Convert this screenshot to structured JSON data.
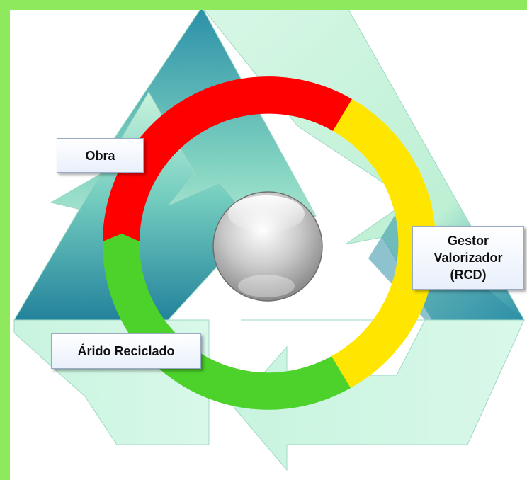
{
  "labels": {
    "obra": "Obra",
    "gestor_line1": "Gestor",
    "gestor_line2": "Valorizador",
    "gestor_line3": "(RCD)",
    "arido": "Árido Reciclado"
  },
  "colors": {
    "background": "#8eea5c",
    "segment_obra": "#ff0000",
    "segment_gestor": "#ffe600",
    "segment_arido": "#4cd22a",
    "arrow_teal": "#1f7f9a",
    "arrow_mint": "#c6f3dc"
  }
}
